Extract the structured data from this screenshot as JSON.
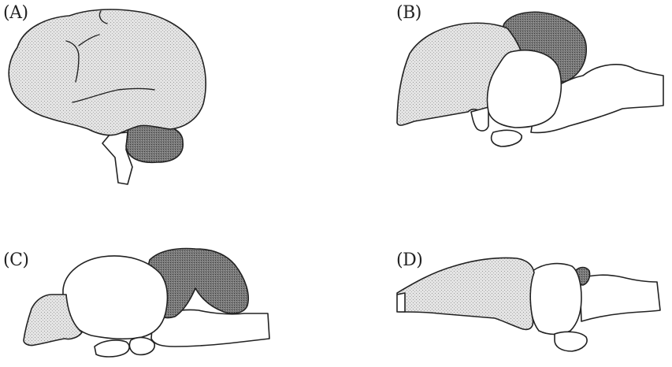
{
  "panels": [
    {
      "label": "(A)"
    },
    {
      "label": "(B)"
    },
    {
      "label": "(C)"
    },
    {
      "label": "(D)"
    }
  ],
  "colors": {
    "cerebrum_fill": "#d7d7d7",
    "cerebellum_fill": "#6f6f6f",
    "other_fill": "#ffffff",
    "outline": "#222222"
  }
}
